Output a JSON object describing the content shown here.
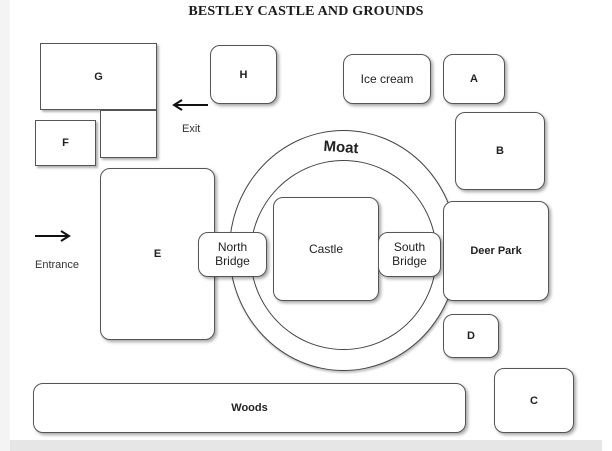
{
  "title": "BESTLEY CASTLE AND GROUNDS",
  "areas": {
    "g": "G",
    "h": "H",
    "f": "F",
    "e": "E",
    "a": "A",
    "b": "B",
    "c": "C",
    "d": "D",
    "ice_cream": "Ice cream",
    "deer_park": "Deer Park",
    "castle": "Castle",
    "north_bridge": "North Bridge",
    "south_bridge": "South Bridge",
    "woods": "Woods",
    "moat": "Moat"
  },
  "labels": {
    "exit": "Exit",
    "entrance": "Entrance"
  }
}
